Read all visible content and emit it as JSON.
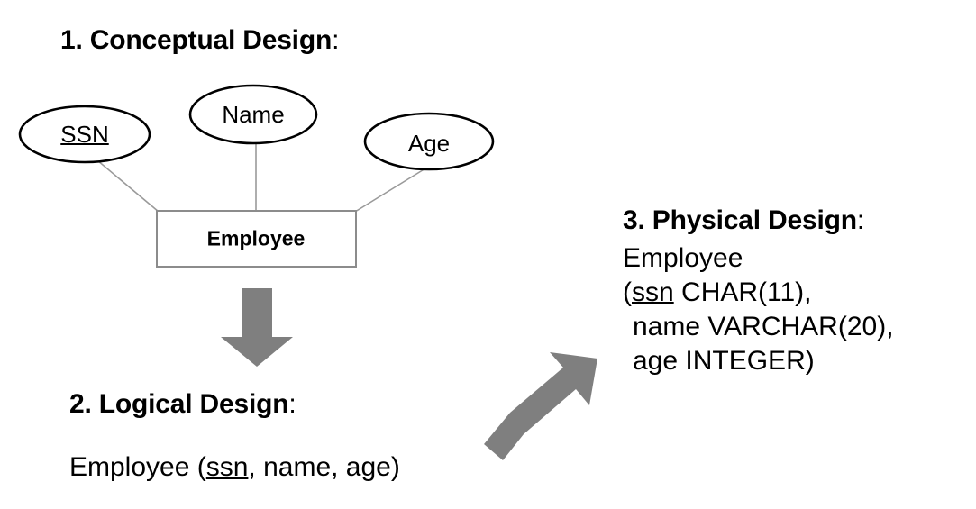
{
  "palette": {
    "background": "#ffffff",
    "ink": "#000000",
    "gray": "#7f7f7f",
    "connector": "#9a9a9a"
  },
  "sections": {
    "conceptual": {
      "number": "1.",
      "title": "Conceptual Design",
      "colon": ":",
      "heading": "1. Conceptual Design:"
    },
    "logical": {
      "number": "2.",
      "title": "Logical Design",
      "colon": ":",
      "heading": "2. Logical Design:",
      "schema_prefix": "Employee (",
      "schema_key": "ssn",
      "schema_suffix": ", name, age)"
    },
    "physical": {
      "number": "3.",
      "title": "Physical Design",
      "colon": ":",
      "heading": "3. Physical Design:",
      "lines": [
        {
          "text": "Employee",
          "indent": false
        },
        {
          "prefix": "(",
          "key": "ssn",
          "suffix": " CHAR(11),",
          "indent": false
        },
        {
          "text": "name VARCHAR(20),",
          "indent": true
        },
        {
          "text": "age INTEGER)",
          "indent": true
        }
      ]
    }
  },
  "er_diagram": {
    "entity": {
      "label": "Employee",
      "shape": "rectangle"
    },
    "attributes": [
      {
        "label": "SSN",
        "primary_key": true,
        "shape": "ellipse"
      },
      {
        "label": "Name",
        "primary_key": false,
        "shape": "ellipse"
      },
      {
        "label": "Age",
        "primary_key": false,
        "shape": "ellipse"
      }
    ]
  },
  "arrows": [
    {
      "name": "conceptual-to-logical",
      "direction": "down"
    },
    {
      "name": "logical-to-physical",
      "direction": "up-right"
    }
  ]
}
